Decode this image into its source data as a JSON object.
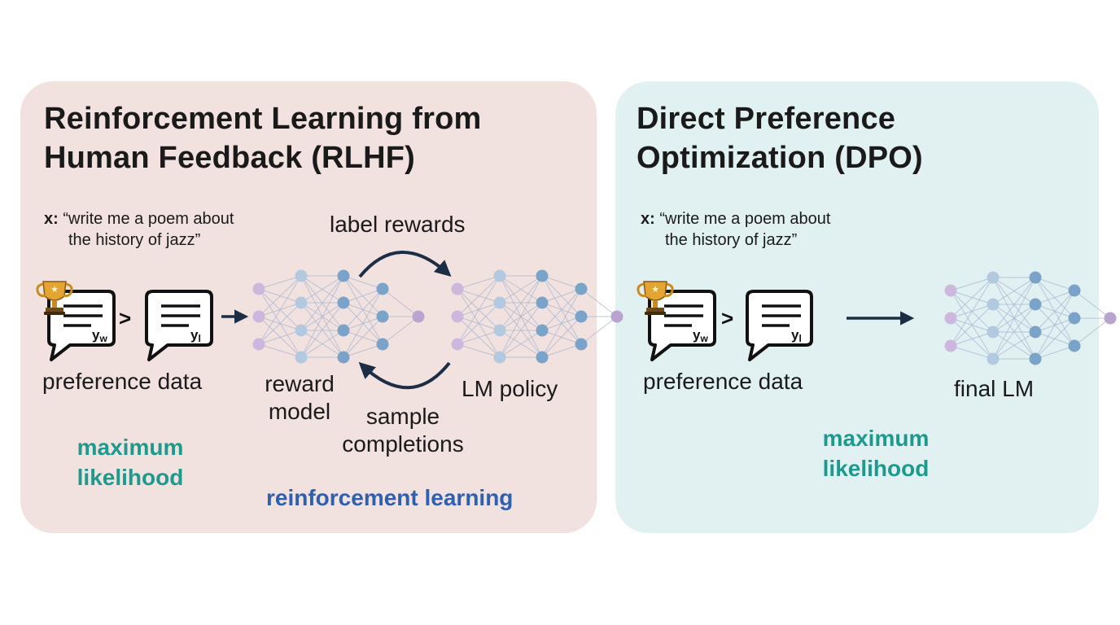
{
  "rlhf": {
    "title_line1": "Reinforcement Learning from",
    "title_line2": "Human Feedback (RLHF)",
    "prompt_prefix": "x:",
    "prompt_line1": "“write me a poem about",
    "prompt_line2": "the history of jazz”",
    "winner_sub": "w",
    "loser_sub": "l",
    "preference_label": "preference data",
    "reward_model_label_1": "reward",
    "reward_model_label_2": "model",
    "lm_policy_label": "LM policy",
    "label_rewards": "label rewards",
    "sample_completions_1": "sample",
    "sample_completions_2": "completions",
    "max_likelihood_1": "maximum",
    "max_likelihood_2": "likelihood",
    "rl_label": "reinforcement learning"
  },
  "dpo": {
    "title_line1": "Direct Preference",
    "title_line2": "Optimization (DPO)",
    "prompt_prefix": "x:",
    "prompt_line1": "“write me a poem about",
    "prompt_line2": "the history of jazz”",
    "winner_sub": "w",
    "loser_sub": "l",
    "preference_label": "preference data",
    "final_lm_label": "final LM",
    "max_likelihood_1": "maximum",
    "max_likelihood_2": "likelihood"
  },
  "icons": {
    "trophy": "trophy-icon",
    "speech_bubble": "speech-bubble-icon",
    "greater_than": ">",
    "arrow": "arrow-right-icon",
    "network": "neural-network-icon"
  },
  "colors": {
    "rlhf_panel": "#f1e2df",
    "dpo_panel": "#e1f1f2",
    "teal_text": "#1c9a8e",
    "blue_text": "#2f5fb0",
    "arrow": "#1c2e45",
    "node_purple": "#b9a4cf",
    "node_blue": "#7aa3c9"
  }
}
